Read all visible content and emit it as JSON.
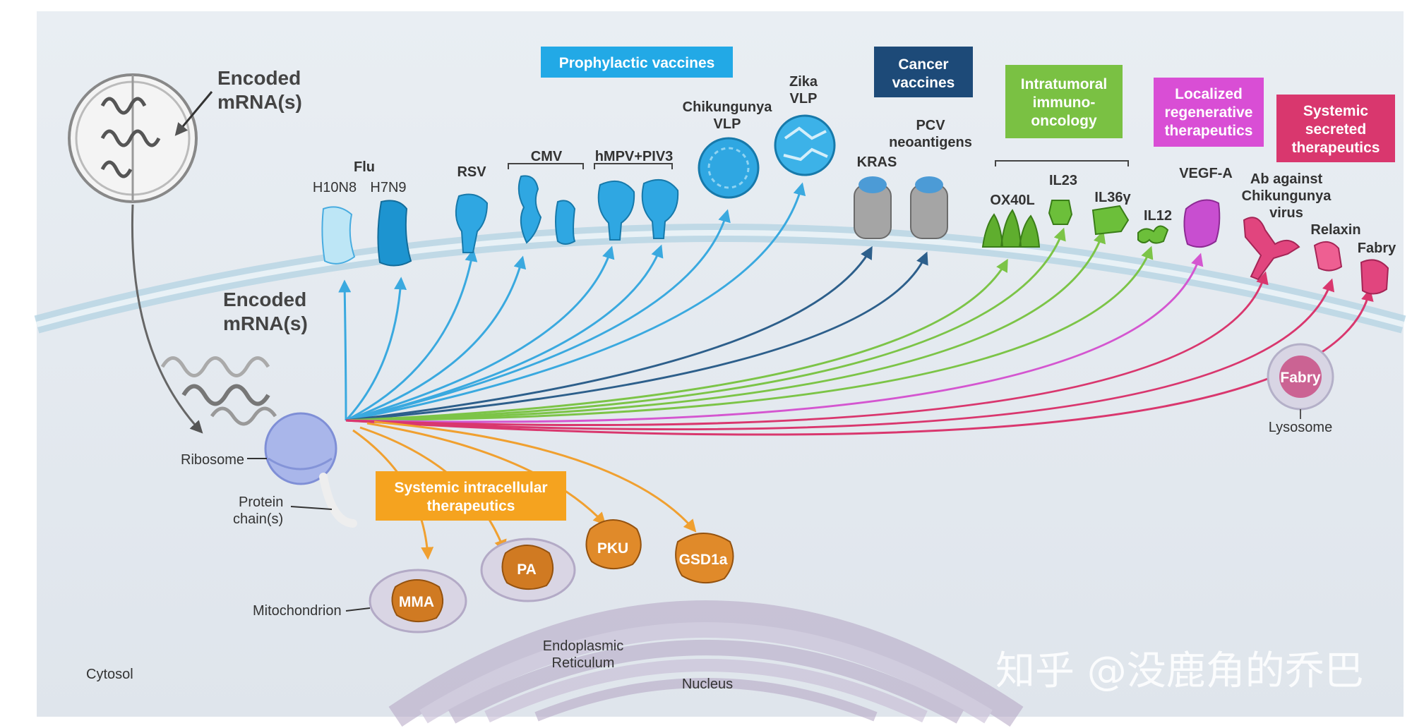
{
  "title_encoded_top": [
    "Encoded",
    "mRNA(s)"
  ],
  "title_encoded_mid": [
    "Encoded",
    "mRNA(s)"
  ],
  "categories": {
    "prophylactic": {
      "lines": [
        "Prophylactic vaccines"
      ],
      "color": "#1ea7e1"
    },
    "cancer": {
      "lines": [
        "Cancer",
        "vaccines"
      ],
      "color": "#1f4e79"
    },
    "intratumoral": {
      "lines": [
        "Intratumoral",
        "immuno-",
        "oncology"
      ],
      "color": "#7ac143"
    },
    "regenerative": {
      "lines": [
        "Localized",
        "regenerative",
        "therapeutics"
      ],
      "color": "#d44bd3"
    },
    "secreted": {
      "lines": [
        "Systemic",
        "secreted",
        "therapeutics"
      ],
      "color": "#d9376e"
    },
    "intracellular": {
      "lines": [
        "Systemic intracellular",
        "therapeutics"
      ],
      "color": "#f5a623"
    }
  },
  "targets": {
    "flu": "Flu",
    "h10n8": "H10N8",
    "h7n9": "H7N9",
    "rsv": "RSV",
    "cmv": "CMV",
    "hmpv": "hMPV+PIV3",
    "chik": [
      "Chikungunya",
      "VLP"
    ],
    "zika": [
      "Zika",
      "VLP"
    ],
    "kras": "KRAS",
    "pcv": [
      "PCV",
      "neoantigens"
    ],
    "ox40l": "OX40L",
    "il23": "IL23",
    "il36": "IL36γ",
    "il12": "IL12",
    "vegfa": "VEGF-A",
    "ab_chik": [
      "Ab against",
      "Chikungunya",
      "virus"
    ],
    "relaxin": "Relaxin",
    "fabry": "Fabry"
  },
  "cell": {
    "ribosome": "Ribosome",
    "protein_chain": [
      "Protein",
      "chain(s)"
    ],
    "mitochondrion": "Mitochondrion",
    "er": [
      "Endoplasmic",
      "Reticulum"
    ],
    "nucleus": "Nucleus",
    "cytosol": "Cytosol",
    "lysosome": "Lysosome",
    "lysosome_fabry": "Fabry",
    "mma": "MMA",
    "pa": "PA",
    "pku": "PKU",
    "gsd1a": "GSD1a"
  },
  "watermark": "知乎 @没鹿角的乔巴"
}
